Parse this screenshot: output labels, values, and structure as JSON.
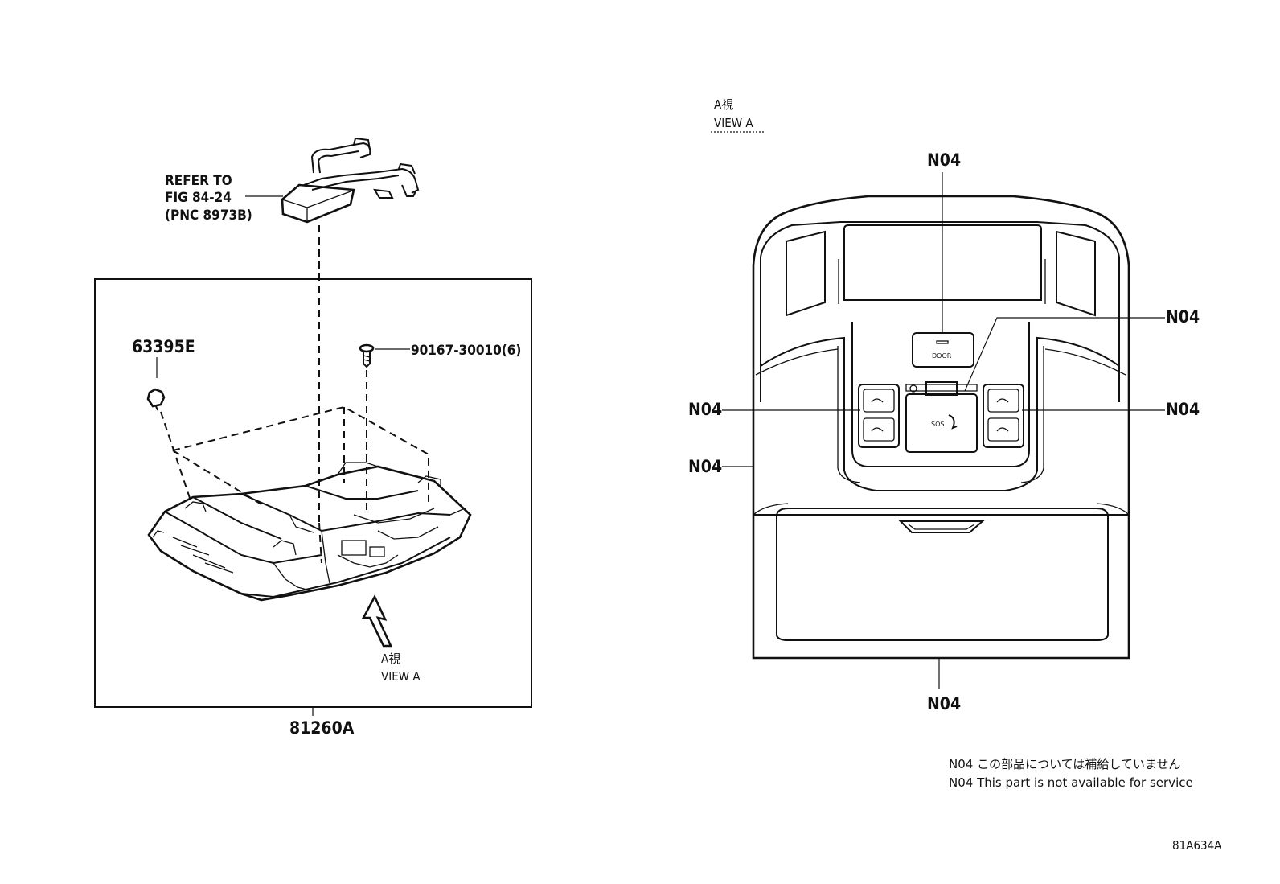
{
  "diagram_id": "81A634A",
  "left_view": {
    "reference_label": {
      "line1": "REFER TO",
      "line2": "FIG 84-24",
      "line3": "(PNC 8973B)"
    },
    "part_clip": "63395E",
    "part_screw": "90167-30010(6)",
    "assembly": "81260A",
    "view_arrow": {
      "jp": "A視",
      "en": "VIEW A"
    }
  },
  "right_view": {
    "title": {
      "jp": "A視",
      "en": "VIEW A"
    },
    "callout": "N04",
    "button_door": "DOOR",
    "button_sos": "SOS"
  },
  "notes": {
    "jp": "N04 この部品については補給していません",
    "en": "N04 This part is not available for service"
  },
  "colors": {
    "line": "#111111",
    "background": "#ffffff"
  }
}
